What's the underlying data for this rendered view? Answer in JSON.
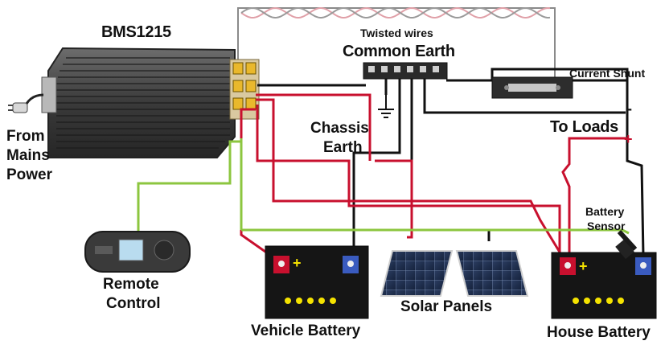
{
  "diagram": {
    "bms": {
      "title": "BMS1215"
    },
    "mains": {
      "line1": "From",
      "line2": "Mains",
      "line3": "Power"
    },
    "twisted": {
      "label": "Twisted wires"
    },
    "common_earth": {
      "label": "Common Earth"
    },
    "current_shunt": {
      "label": "Current Shunt"
    },
    "chassis": {
      "line1": "Chassis",
      "line2": "Earth"
    },
    "loads": {
      "label": "To Loads",
      "minus": "-",
      "plus": "+"
    },
    "battery_sensor": {
      "line1": "Battery",
      "line2": "Sensor"
    },
    "remote": {
      "line1": "Remote",
      "line2": "Control"
    },
    "vehicle_battery": {
      "label": "Vehicle Battery",
      "plus": "+"
    },
    "solar_panels": {
      "label": "Solar Panels"
    },
    "house_battery": {
      "label": "House Battery",
      "plus": "+"
    },
    "colors": {
      "wire_red": "#c8102e",
      "wire_black": "#111111",
      "wire_green": "#8cc63f",
      "battery_body": "#151515",
      "indicator_yellow": "#f5e300"
    }
  }
}
